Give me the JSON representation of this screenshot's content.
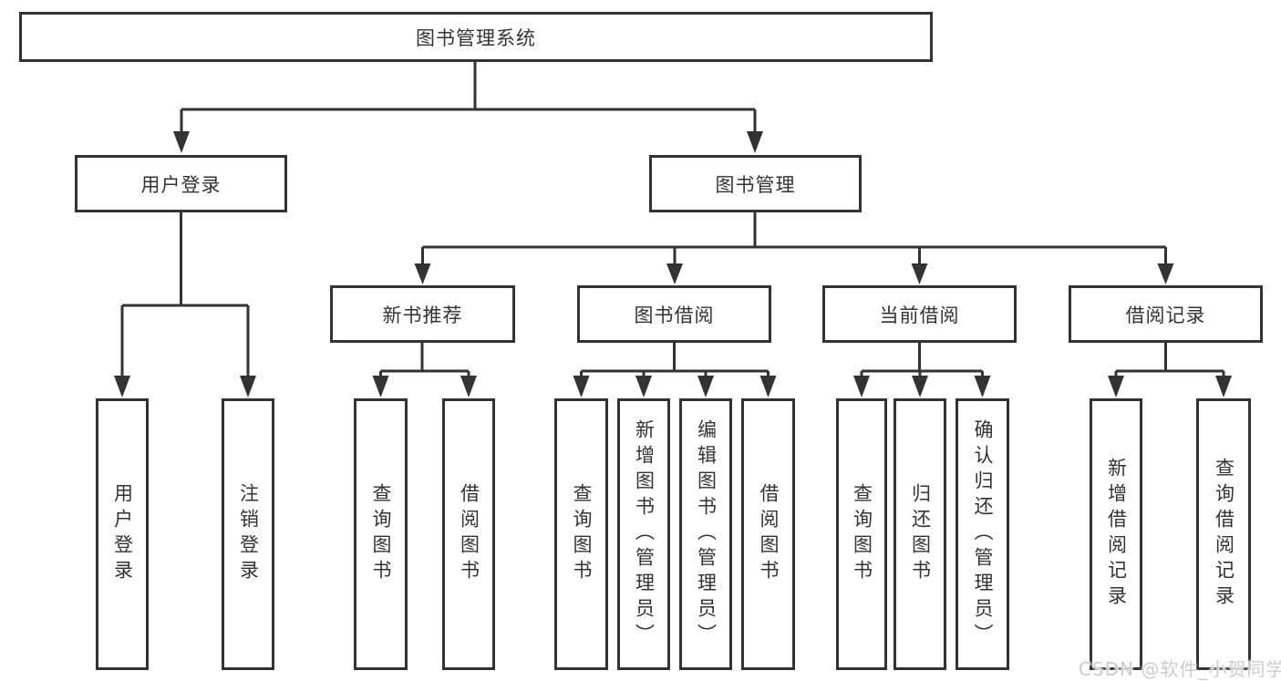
{
  "diagram": {
    "type": "hierarchy-tree",
    "root": {
      "label": "图书管理系统"
    },
    "level2": [
      {
        "label": "用户登录"
      },
      {
        "label": "图书管理"
      }
    ],
    "level3": [
      {
        "label": "新书推荐",
        "parent": "图书管理"
      },
      {
        "label": "图书借阅",
        "parent": "图书管理"
      },
      {
        "label": "当前借阅",
        "parent": "图书管理"
      },
      {
        "label": "借阅记录",
        "parent": "图书管理"
      }
    ],
    "leaves": [
      {
        "label": "用户登录",
        "parent": "用户登录"
      },
      {
        "label": "注销登录",
        "parent": "用户登录"
      },
      {
        "label": "查询图书",
        "parent": "新书推荐"
      },
      {
        "label": "借阅图书",
        "parent": "新书推荐"
      },
      {
        "label": "查询图书",
        "parent": "图书借阅"
      },
      {
        "label": "新增图书（管理员）",
        "parent": "图书借阅"
      },
      {
        "label": "编辑图书（管理员）",
        "parent": "图书借阅"
      },
      {
        "label": "借阅图书",
        "parent": "图书借阅"
      },
      {
        "label": "查询图书",
        "parent": "当前借阅"
      },
      {
        "label": "归还图书",
        "parent": "当前借阅"
      },
      {
        "label": "确认归还（管理员）",
        "parent": "当前借阅"
      },
      {
        "label": "新增借阅记录",
        "parent": "借阅记录"
      },
      {
        "label": "查询借阅记录",
        "parent": "借阅记录"
      }
    ]
  },
  "watermark": "CSDN @软件_小贺同学",
  "colors": {
    "line": "#333333",
    "node_border": "#333333",
    "node_fill": "#ffffff",
    "text": "#333333",
    "watermark": "#cdcccc",
    "background": "#ffffff"
  }
}
